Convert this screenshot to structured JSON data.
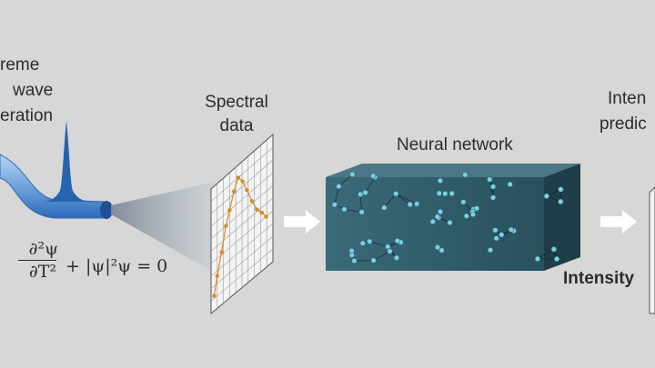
{
  "labels": {
    "rogue_wave_line1": "reme",
    "rogue_wave_line2": "wave",
    "rogue_wave_line3": "eration",
    "spectral_line1": "Spectral",
    "spectral_line2": "data",
    "neural_network": "Neural network",
    "intensity_pred_line1": "Inten",
    "intensity_pred_line2": "predic",
    "intensity": "Intensity"
  },
  "equation": {
    "fraction_top": "∂²ψ",
    "fraction_bottom": "∂T²",
    "rest": "+ |ψ|²ψ = 0"
  },
  "colors": {
    "background": "#d7d7d7",
    "fiber": "#7fb0e0",
    "fiber_dark": "#2f6ab8",
    "pulse": "#2563b0",
    "cone": "#9aa5b0",
    "grid": "#9a9a9a",
    "spectrum_points": "#d58a2a",
    "box_front": "#2e5563",
    "box_top": "#4c7786",
    "box_side": "#1f3e49",
    "node": "#7fd0e0",
    "arrow": "#ffffff"
  },
  "spectrum_points": [
    [
      0.05,
      0.88
    ],
    [
      0.1,
      0.74
    ],
    [
      0.17,
      0.58
    ],
    [
      0.24,
      0.4
    ],
    [
      0.3,
      0.3
    ],
    [
      0.37,
      0.18
    ],
    [
      0.44,
      0.1
    ],
    [
      0.51,
      0.16
    ],
    [
      0.58,
      0.26
    ],
    [
      0.66,
      0.38
    ],
    [
      0.74,
      0.48
    ],
    [
      0.82,
      0.54
    ],
    [
      0.89,
      0.6
    ]
  ]
}
